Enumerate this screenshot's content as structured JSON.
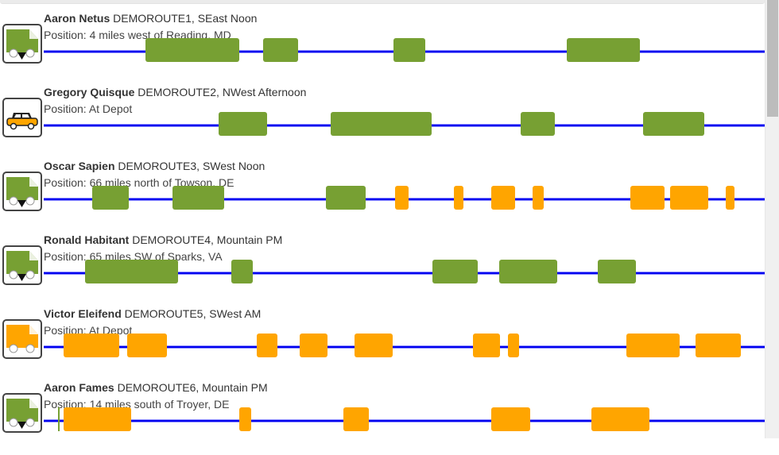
{
  "colors": {
    "green": "#77a033",
    "orange": "#ffa500",
    "track": "#0000ee"
  },
  "rows": [
    {
      "driver": "Aaron Netus",
      "route": " DEMOROUTE1, SEast Noon",
      "position": "Position: 4 miles west of Reading, MD",
      "vehicle_icon": "truck-icon",
      "vehicle_color": "green",
      "segments": [
        {
          "start": 183,
          "end": 301,
          "color": "green"
        },
        {
          "start": 331,
          "end": 375,
          "color": "green"
        },
        {
          "start": 495,
          "end": 535,
          "color": "green"
        },
        {
          "start": 713,
          "end": 805,
          "color": "green"
        }
      ]
    },
    {
      "driver": "Gregory Quisque",
      "route": " DEMOROUTE2, NWest Afternoon",
      "position": "Position: At Depot",
      "vehicle_icon": "car-icon",
      "vehicle_color": "orange",
      "segments": [
        {
          "start": 275,
          "end": 336,
          "color": "green"
        },
        {
          "start": 416,
          "end": 543,
          "color": "green"
        },
        {
          "start": 655,
          "end": 698,
          "color": "green"
        },
        {
          "start": 809,
          "end": 886,
          "color": "green"
        }
      ]
    },
    {
      "driver": "Oscar Sapien",
      "route": " DEMOROUTE3, SWest Noon",
      "position": "Position: 66 miles north of Towson, DE",
      "vehicle_icon": "truck-icon",
      "vehicle_color": "green",
      "segments": [
        {
          "start": 116,
          "end": 162,
          "color": "green"
        },
        {
          "start": 217,
          "end": 282,
          "color": "green"
        },
        {
          "start": 410,
          "end": 460,
          "color": "green"
        },
        {
          "start": 497,
          "end": 514,
          "color": "orange"
        },
        {
          "start": 571,
          "end": 583,
          "color": "orange"
        },
        {
          "start": 618,
          "end": 648,
          "color": "orange"
        },
        {
          "start": 670,
          "end": 684,
          "color": "orange"
        },
        {
          "start": 793,
          "end": 836,
          "color": "orange"
        },
        {
          "start": 843,
          "end": 891,
          "color": "orange"
        },
        {
          "start": 913,
          "end": 924,
          "color": "orange"
        }
      ]
    },
    {
      "driver": "Ronald Habitant",
      "route": " DEMOROUTE4, Mountain PM",
      "position": "Position: 65 miles SW of Sparks, VA",
      "vehicle_icon": "truck-icon",
      "vehicle_color": "green",
      "segments": [
        {
          "start": 107,
          "end": 224,
          "color": "green"
        },
        {
          "start": 291,
          "end": 318,
          "color": "green"
        },
        {
          "start": 544,
          "end": 601,
          "color": "green"
        },
        {
          "start": 628,
          "end": 701,
          "color": "green"
        },
        {
          "start": 752,
          "end": 800,
          "color": "green"
        }
      ]
    },
    {
      "driver": "Victor Eleifend",
      "route": " DEMOROUTE5, SWest AM",
      "position": "Position: At Depot",
      "vehicle_icon": "truck-icon",
      "vehicle_color": "orange",
      "segments": [
        {
          "start": 80,
          "end": 150,
          "color": "orange"
        },
        {
          "start": 160,
          "end": 210,
          "color": "orange"
        },
        {
          "start": 323,
          "end": 349,
          "color": "orange"
        },
        {
          "start": 377,
          "end": 412,
          "color": "orange"
        },
        {
          "start": 446,
          "end": 494,
          "color": "orange"
        },
        {
          "start": 595,
          "end": 629,
          "color": "orange"
        },
        {
          "start": 639,
          "end": 653,
          "color": "orange"
        },
        {
          "start": 788,
          "end": 855,
          "color": "orange"
        },
        {
          "start": 875,
          "end": 932,
          "color": "orange"
        }
      ]
    },
    {
      "driver": "Aaron Fames",
      "route": " DEMOROUTE6, Mountain PM",
      "position": "Position: 14 miles south of Troyer, DE",
      "vehicle_icon": "truck-icon",
      "vehicle_color": "green",
      "segments": [
        {
          "start": 73,
          "end": 75,
          "color": "green",
          "thin": true
        },
        {
          "start": 80,
          "end": 165,
          "color": "orange"
        },
        {
          "start": 301,
          "end": 316,
          "color": "orange"
        },
        {
          "start": 432,
          "end": 464,
          "color": "orange"
        },
        {
          "start": 618,
          "end": 667,
          "color": "orange"
        },
        {
          "start": 744,
          "end": 817,
          "color": "orange"
        }
      ]
    }
  ]
}
